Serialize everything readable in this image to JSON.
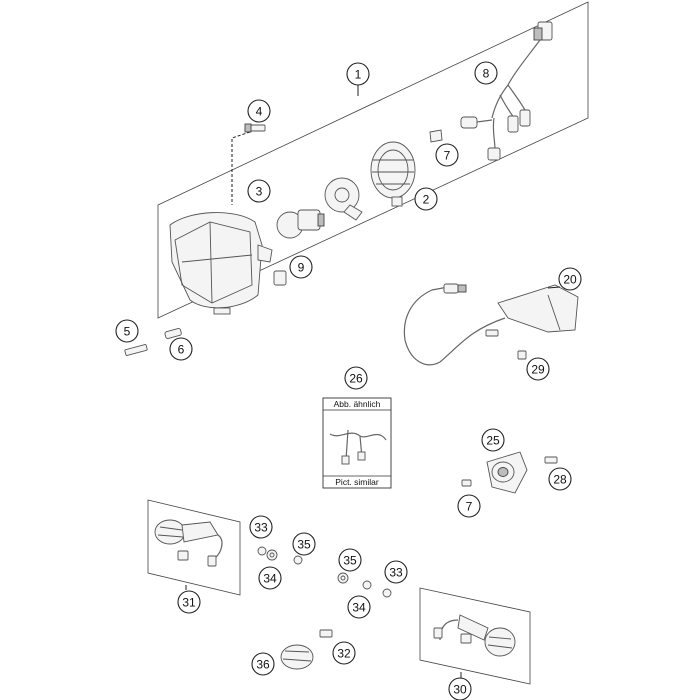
{
  "diagram": {
    "callouts": [
      "1",
      "2",
      "3",
      "4",
      "5",
      "6",
      "7",
      "8",
      "9",
      "20",
      "29",
      "26",
      "25",
      "7",
      "28",
      "33",
      "35",
      "34",
      "31",
      "35",
      "33",
      "34",
      "32",
      "36",
      "30"
    ],
    "note_box": {
      "top_label": "Abb. ähnlich",
      "bottom_label": "Pict. similar"
    }
  }
}
